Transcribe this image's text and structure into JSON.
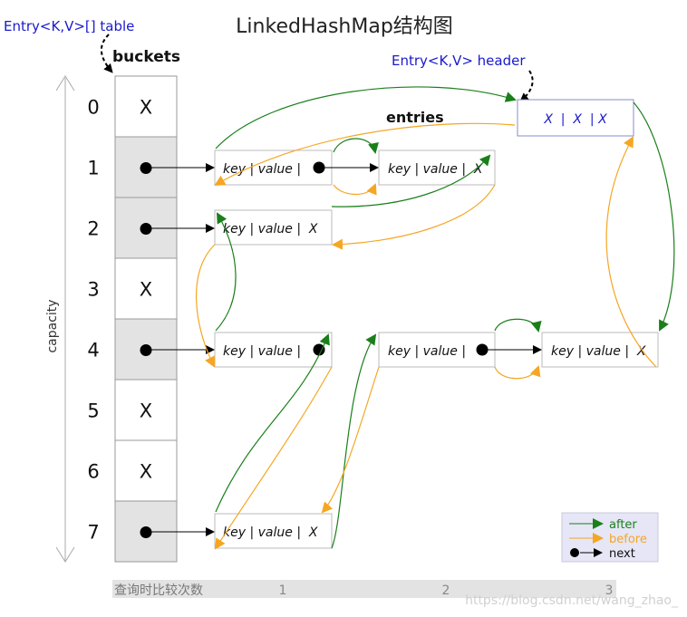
{
  "title": "LinkedHashMap结构图",
  "labels": {
    "table_label": "Entry<K,V>[] table",
    "header_label": "Entry<K,V> header",
    "buckets_label": "buckets",
    "entries_label": "entries",
    "capacity_label": "capacity",
    "header_text": "X  |  X  | X",
    "entry_text_ptr": "key | value |",
    "entry_text_x": "key | value |  X",
    "empty_mark": "X"
  },
  "buckets": [
    {
      "index": "0",
      "state": "empty"
    },
    {
      "index": "1",
      "state": "filled"
    },
    {
      "index": "2",
      "state": "filled"
    },
    {
      "index": "3",
      "state": "empty"
    },
    {
      "index": "4",
      "state": "filled"
    },
    {
      "index": "5",
      "state": "empty"
    },
    {
      "index": "6",
      "state": "empty"
    },
    {
      "index": "7",
      "state": "filled"
    }
  ],
  "legend": {
    "after": "after",
    "before": "before",
    "next": "next"
  },
  "footer": {
    "label": "查询时比较次数",
    "ticks": [
      "1",
      "2",
      "3"
    ]
  },
  "watermark": "https://blog.csdn.net/wang_zhao_",
  "colors": {
    "after": "#1a7f1a",
    "before": "#f5a623",
    "blue_text": "#1a1acc",
    "bucket_fill": "#e3e3e3",
    "legend_bg": "#e6e6f6"
  }
}
